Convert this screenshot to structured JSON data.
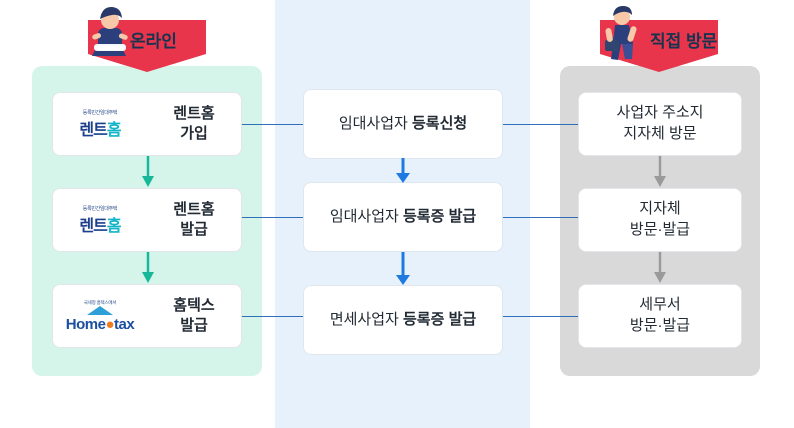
{
  "columns": {
    "left": {
      "title": "온라인",
      "icon": "person-laptop-illustration"
    },
    "right": {
      "title": "직접 방문",
      "icon": "person-walking-briefcase-illustration"
    }
  },
  "left_cards": [
    {
      "logo_top": "등록민간임대주택",
      "logo_main_blue": "렌트",
      "logo_main_cyan": "홈",
      "label_line1": "렌트홈",
      "label_line2": "가입",
      "logo_name": "renthome-logo"
    },
    {
      "logo_top": "등록민간임대주택",
      "logo_main_blue": "렌트",
      "logo_main_cyan": "홈",
      "label_line1": "렌트홈",
      "label_line2": "발급",
      "logo_name": "renthome-logo"
    },
    {
      "logo_top": "국세청 홈택스에서",
      "logo_main_blue": "Home",
      "logo_main_cyan": "tax",
      "label_line1": "홈텍스",
      "label_line2": "발급",
      "logo_name": "hometax-logo"
    }
  ],
  "middle_cards": [
    {
      "prefix": "임대사업자 ",
      "strong": "등록신청"
    },
    {
      "prefix": "임대사업자 ",
      "strong": "등록증 발급"
    },
    {
      "prefix": "면세사업자 ",
      "strong": "등록증 발급"
    }
  ],
  "right_cards": [
    {
      "line1": "사업자 주소지",
      "line2": "지자체 방문"
    },
    {
      "line1": "지자체",
      "line2": "방문·발급"
    },
    {
      "line1": "세무서",
      "line2": "방문·발급"
    }
  ],
  "colors": {
    "ribbon": "#e8354c",
    "panel_left": "#d6f5ea",
    "panel_mid": "#e7f1fc",
    "panel_right": "#d9d9d9",
    "arrow_blue": "#1e7ae0",
    "arrow_teal": "#17b79a",
    "arrow_gray": "#9a9a9a",
    "connector": "#2f6fba",
    "title_text": "#16344f"
  }
}
